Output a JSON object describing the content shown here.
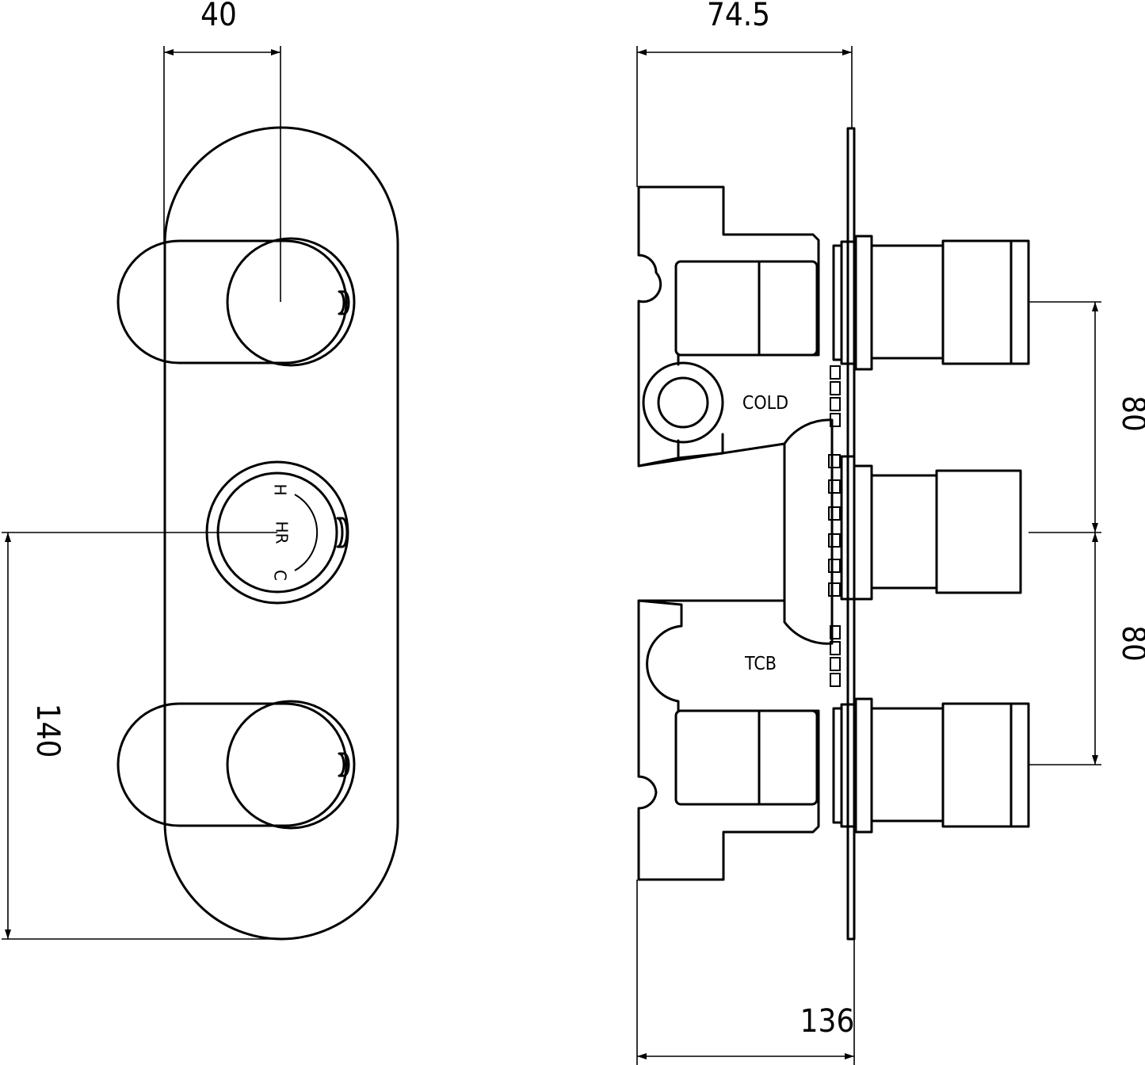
{
  "dimensions": {
    "front_width": "40",
    "front_height": "140",
    "side_depth": "74.5",
    "side_total": "136",
    "spacing_upper": "80",
    "spacing_lower": "80"
  },
  "labels": {
    "cold": "COLD",
    "tcb": "TCB"
  },
  "thermostat_knob": {
    "hot_mark": "H",
    "cold_mark": "C",
    "center_text": "HR"
  }
}
